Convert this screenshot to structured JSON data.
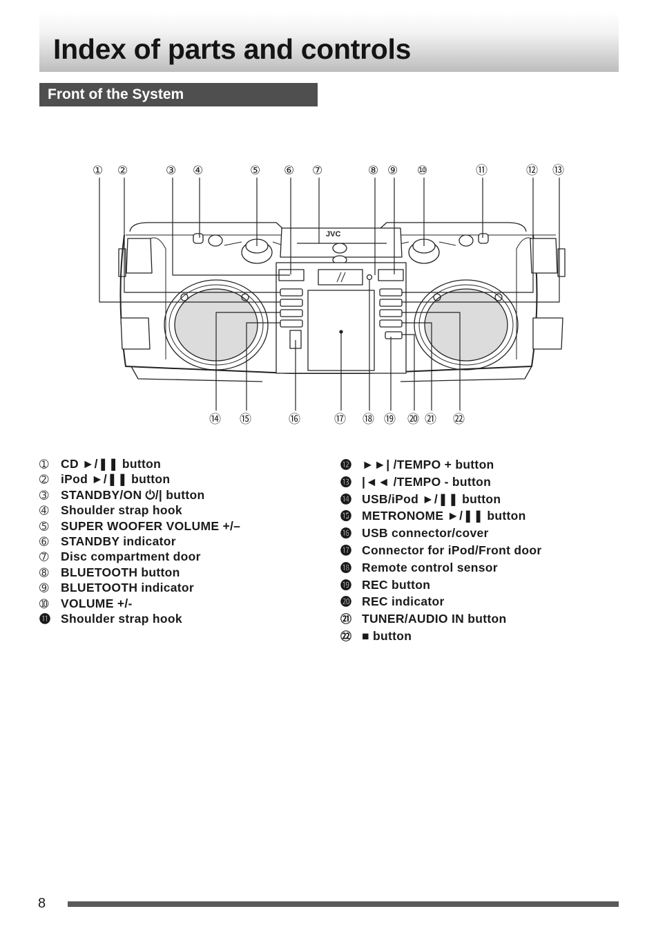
{
  "header": {
    "title": "Index of parts and controls"
  },
  "section": {
    "title": "Front of the System"
  },
  "diagram": {
    "brand": "JVC",
    "callouts": [
      "①",
      "②",
      "③",
      "④",
      "⑤",
      "⑥",
      "⑦",
      "⑧",
      "⑨",
      "⑩",
      "⑪",
      "⑫",
      "⑬",
      "⑭",
      "⑮",
      "⑯",
      "⑰",
      "⑱",
      "⑲",
      "⑳",
      "㉑",
      "㉒"
    ]
  },
  "parts": [
    {
      "num": "➀",
      "label": "CD ►/❚❚ button"
    },
    {
      "num": "➁",
      "label": "iPod ►/❚❚ button"
    },
    {
      "num": "➂",
      "label": "STANDBY/ON ⏻/| button"
    },
    {
      "num": "➃",
      "label": "Shoulder strap hook"
    },
    {
      "num": "➄",
      "label": "SUPER WOOFER VOLUME +/–"
    },
    {
      "num": "➅",
      "label": "STANDBY indicator"
    },
    {
      "num": "➆",
      "label": "Disc compartment door"
    },
    {
      "num": "➇",
      "label": "BLUETOOTH button"
    },
    {
      "num": "➈",
      "label": "BLUETOOTH indicator"
    },
    {
      "num": "➉",
      "label": "VOLUME +/-"
    },
    {
      "num": "⓫",
      "label": "Shoulder strap hook"
    },
    {
      "num": "⓬",
      "label": "►►| /TEMPO + button"
    },
    {
      "num": "⓭",
      "label": "|◄◄ /TEMPO - button"
    },
    {
      "num": "⓮",
      "label": "USB/iPod ►/❚❚ button"
    },
    {
      "num": "⓯",
      "label": "METRONOME ►/❚❚ button"
    },
    {
      "num": "⓰",
      "label": "USB connector/cover"
    },
    {
      "num": "⓱",
      "label": "Connector for iPod/Front door"
    },
    {
      "num": "⓲",
      "label": "Remote control sensor"
    },
    {
      "num": "⓳",
      "label": "REC button"
    },
    {
      "num": "⓴",
      "label": "REC indicator"
    },
    {
      "num": "㉑",
      "label": "TUNER/AUDIO IN button"
    },
    {
      "num": "㉒",
      "label": "■ button"
    }
  ],
  "footer": {
    "page_number": "8"
  }
}
